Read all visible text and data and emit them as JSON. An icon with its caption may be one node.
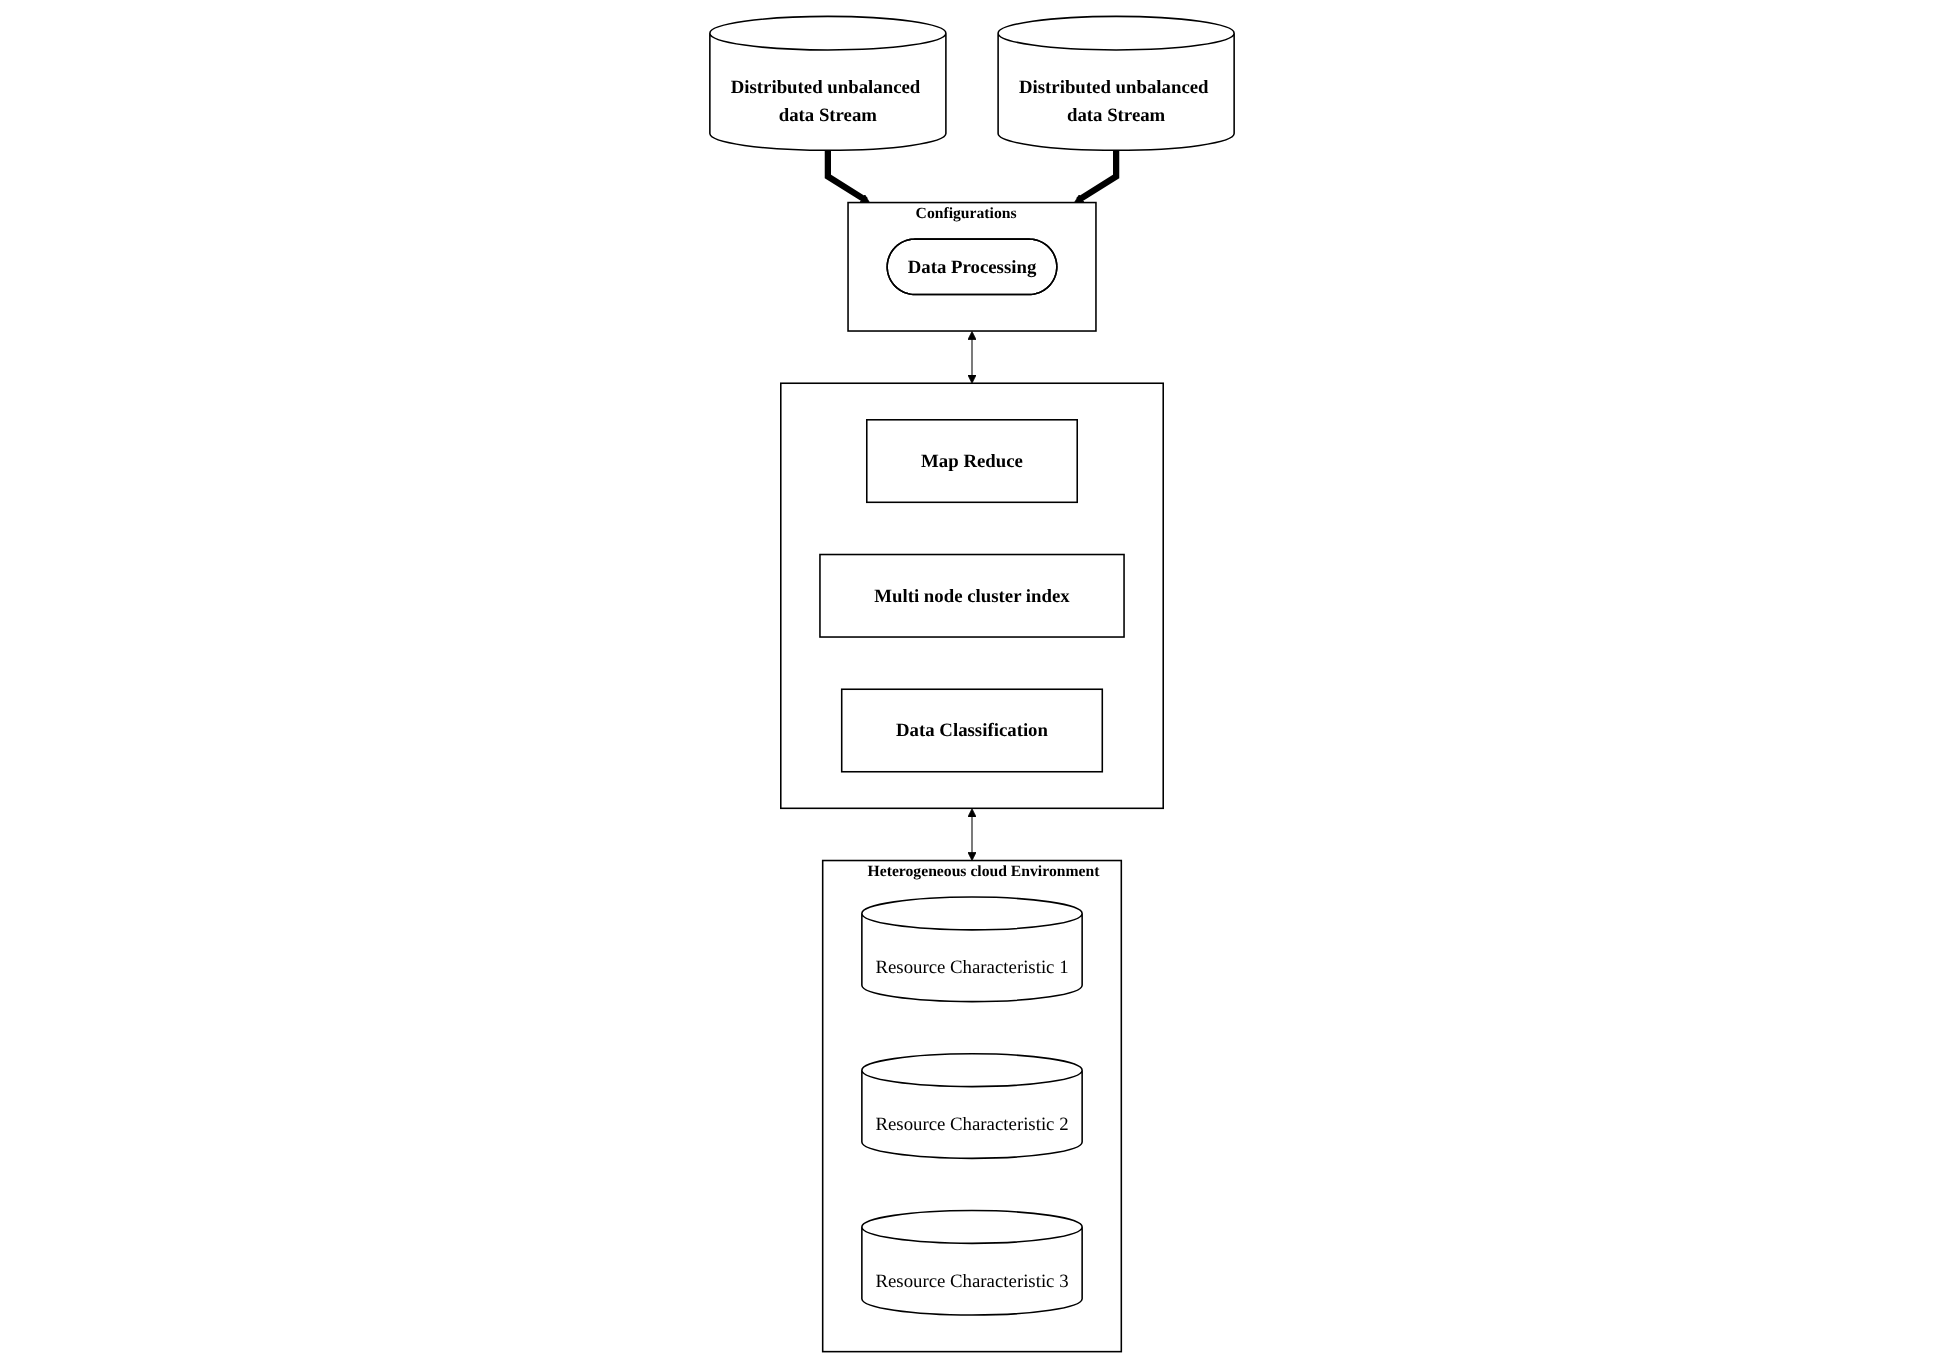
{
  "diagram": {
    "nodes": [
      {
        "text": [
          "Distributed unbalanced data Stream"
        ]
      },
      {
        "text": [
          "Configurations"
        ]
      },
      {
        "text": [
          "Data Processing"
        ],
        "in": 1
      },
      {
        "text": [
          "Distributed unbalanced data Stream"
        ]
      },
      {
        "text": [],
        "shape": "box"
      },
      {
        "text": [
          "Map Reduce"
        ],
        "in": 4
      },
      {
        "text": [
          "Multi node cluster index"
        ],
        "in": 4
      },
      {
        "text": [
          "Data Classification"
        ],
        "in": 4
      },
      {
        "text": [
          "Heterogeneous cloud Environment"
        ]
      },
      {
        "text": [
          "Resource Characteristic 1"
        ],
        "in": 8
      },
      {
        "text": [
          "Resource Characteristic 2"
        ],
        "in": 8
      },
      {
        "text": [
          "Resource Characteristic 3"
        ],
        "in": 8
      }
    ],
    "edges": [
      {
        "from": 0,
        "to": 1,
        "arrow": "to",
        "style": "thick"
      },
      {
        "from": 3,
        "to": 1,
        "arrow": "to",
        "style": "thick"
      },
      {
        "from": 1,
        "to": 4,
        "arrow": "both"
      },
      {
        "from": 4,
        "to": 8,
        "arrow": "both"
      }
    ]
  }
}
